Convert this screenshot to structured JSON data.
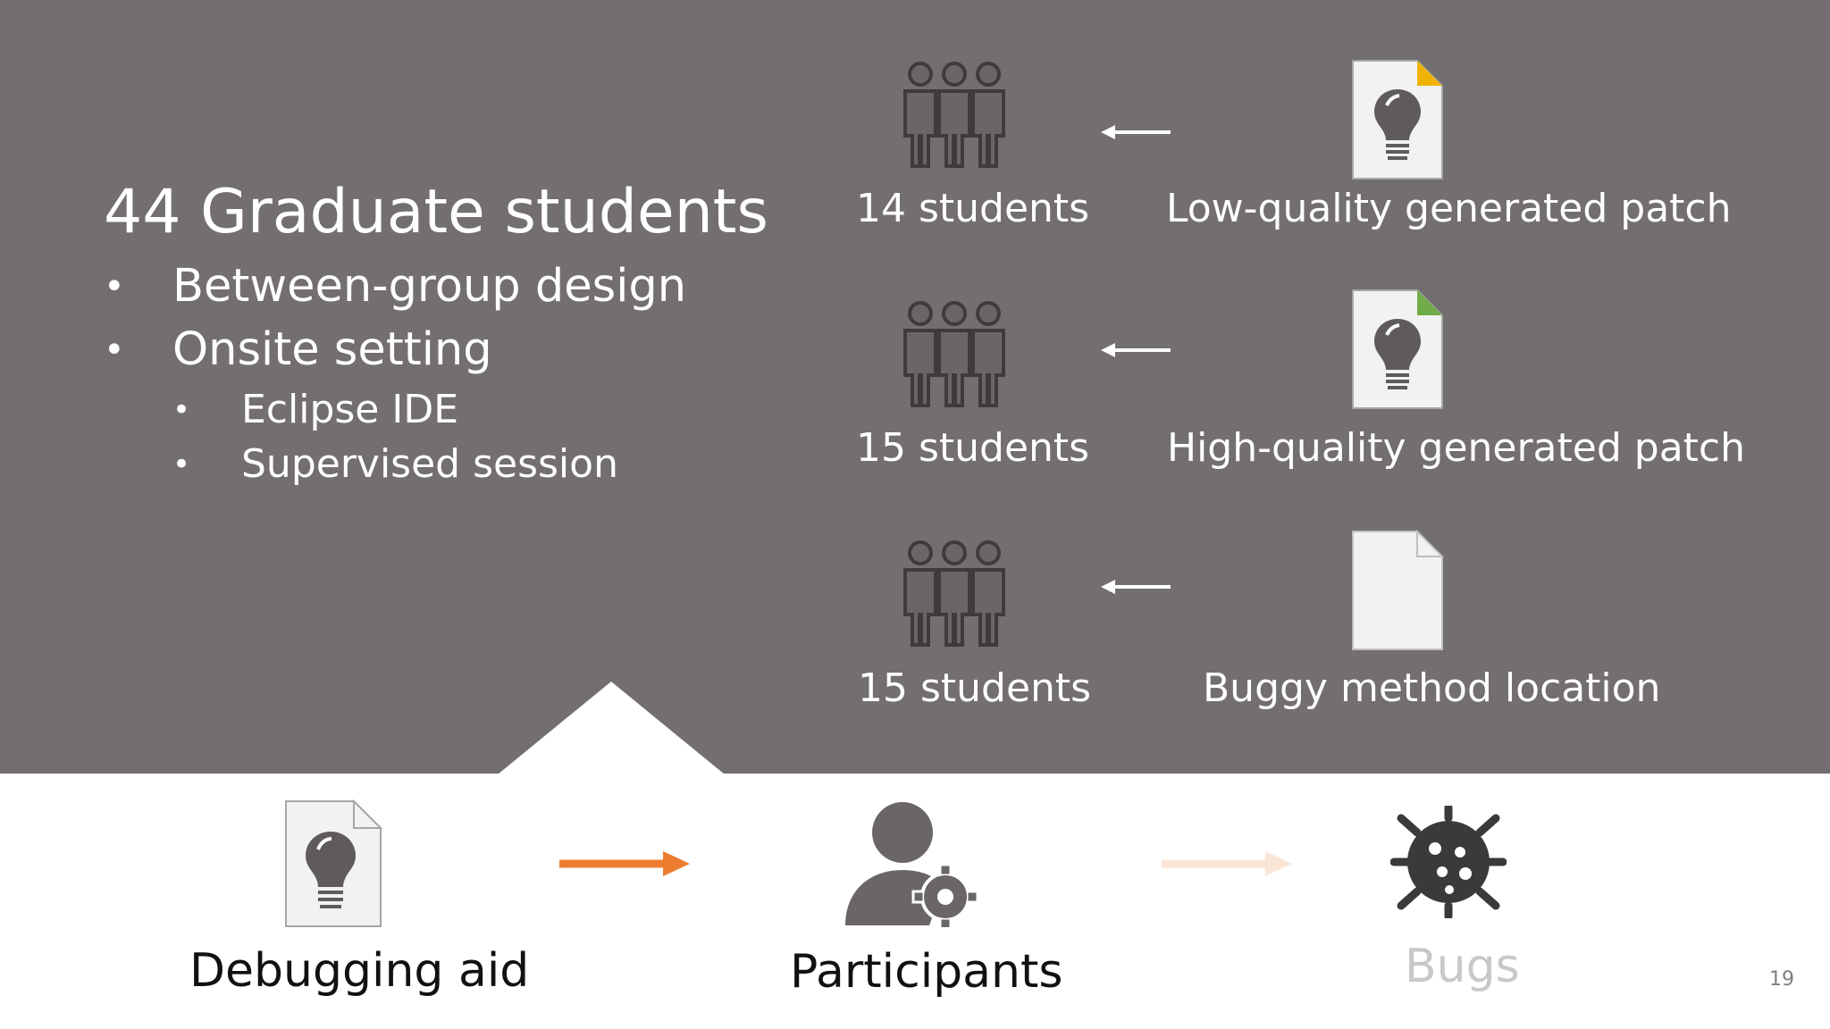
{
  "slide": {
    "title": "44 Graduate students",
    "bullets": [
      "Between-group design",
      "Onsite setting"
    ],
    "sub_bullets": [
      "Eclipse IDE",
      "Supervised session"
    ],
    "groups": [
      {
        "count": "14 students",
        "condition": "Low-quality generated patch",
        "corner_color": "#f0b400",
        "icon": "lightbulb-document-icon"
      },
      {
        "count": "15 students",
        "condition": "High-quality generated patch",
        "corner_color": "#70ad47",
        "icon": "lightbulb-document-icon"
      },
      {
        "count": "15 students",
        "condition": "Buggy method location",
        "corner_color": "#f2f2f2",
        "icon": "blank-document-icon"
      }
    ],
    "flow": [
      {
        "label": "Debugging aid",
        "icon": "lightbulb-document-icon"
      },
      {
        "label": "Participants",
        "icon": "user-gear-icon"
      },
      {
        "label": "Bugs",
        "icon": "bug-icon"
      }
    ],
    "page_number": "19"
  },
  "colors": {
    "background_top": "#736e70",
    "accent_arrow": "#ed7d31",
    "faded_arrow": "#fbe5d6"
  }
}
